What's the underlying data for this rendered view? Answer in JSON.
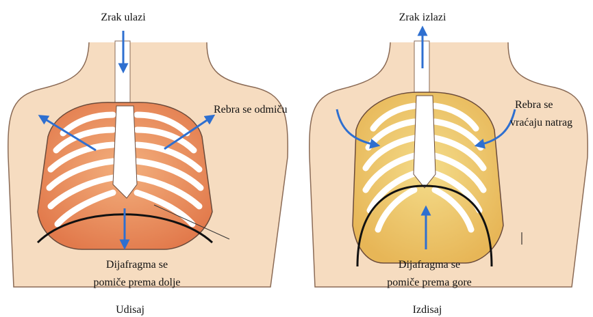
{
  "left_panel": {
    "air_label": "Zrak ulazi",
    "ribs_label": "Rebra se odmiču",
    "diaphragm_line1": "Dijafragma se",
    "diaphragm_line2": "pomiče prema dolje",
    "caption": "Udisaj"
  },
  "right_panel": {
    "air_label": "Zrak izlazi",
    "ribs_line1": "Rebra se",
    "ribs_line2": "vraćaju natrag",
    "diaphragm_line1": "Dijafragma se",
    "diaphragm_line2": "pomiče prema gore",
    "caption": "Izdisaj"
  },
  "colors": {
    "skin": "#f6dcc0",
    "skin_outline": "#8a6a55",
    "rib_white": "#ffffff",
    "rib_outline": "#6a4a3a",
    "lung_left": "#e8946a",
    "lung_right": "#edc76a",
    "arrow_blue": "#2e6fd0"
  },
  "icons": [
    "arrow-down-icon",
    "arrow-up-icon",
    "curved-arrow-icon"
  ]
}
